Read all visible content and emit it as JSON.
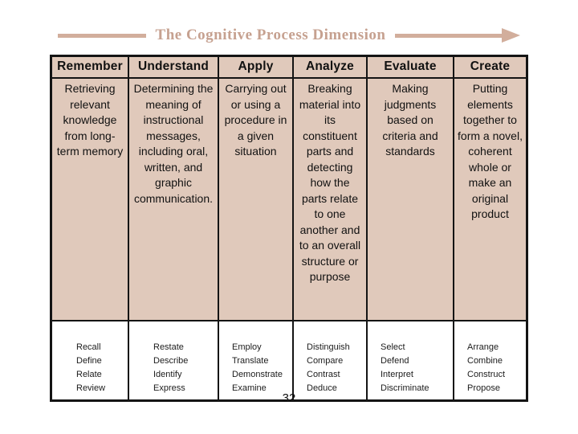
{
  "slide": {
    "title": "The Cognitive Process Dimension",
    "page_number": "32"
  },
  "theme": {
    "accent": "#d2ae9c",
    "title_text": "#c6a190",
    "cell_bg": "#e0c9bb",
    "border": "#141414"
  },
  "table": {
    "columns": [
      {
        "header": "Remember",
        "description": "Retrieving relevant knowledge from long-term memory",
        "verbs": [
          "Recall",
          "Define",
          "Relate",
          "Review"
        ]
      },
      {
        "header": "Understand",
        "description": "Determining the meaning of instructional messages, including oral, written, and graphic communication.",
        "verbs": [
          "Restate",
          "Describe",
          "Identify",
          "Express"
        ]
      },
      {
        "header": "Apply",
        "description": "Carrying out or using a procedure in a given situation",
        "verbs": [
          "Employ",
          "Translate",
          "Demonstrate",
          "Examine"
        ]
      },
      {
        "header": "Analyze",
        "description": "Breaking material into its constituent parts and detecting how the parts relate to one another and to an overall structure or purpose",
        "verbs": [
          "Distinguish",
          "Compare",
          "Contrast",
          "Deduce"
        ]
      },
      {
        "header": "Evaluate",
        "description": "Making judgments based on criteria and standards",
        "verbs": [
          "Select",
          "Defend",
          "Interpret",
          "Discriminate"
        ]
      },
      {
        "header": "Create",
        "description": "Putting elements together to form a novel, coherent whole or make an original product",
        "verbs": [
          "Arrange",
          "Combine",
          "Construct",
          "Propose"
        ]
      }
    ]
  }
}
